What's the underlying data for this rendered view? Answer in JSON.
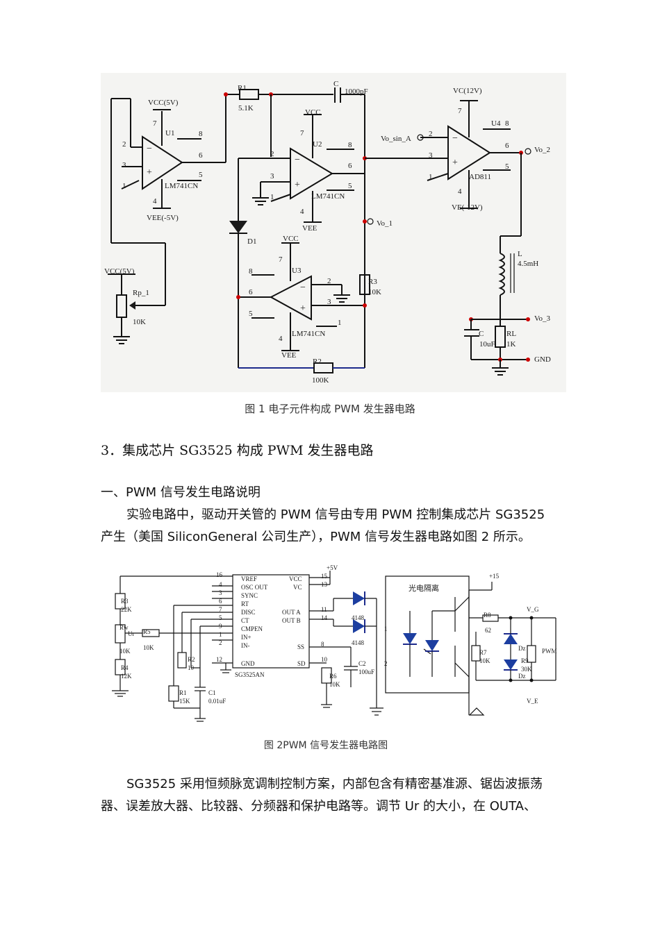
{
  "figure1": {
    "caption": "图 1 电子元件构成 PWM 发生器电路",
    "labels": {
      "r1": "R1",
      "r1_val": "5.1K",
      "c": "C",
      "c_val": "1000pF",
      "vcc5_top": "VCC(5V)",
      "u1": "U1",
      "lm741_u1": "LM741CN",
      "vee5": "VEE(-5V)",
      "vcc_u2": "VCC",
      "u2": "U2",
      "lm741_u2": "LM741CN",
      "vee_u2": "VEE",
      "vc12": "VC(12V)",
      "u4": "U4",
      "ad811": "AD811",
      "ve12": "VE(-12V)",
      "vo_sin_a": "Vo_sin_A",
      "vo_2": "Vo_2",
      "vo_1": "Vo_1",
      "vo_3": "Vo_3",
      "gnd": "GND",
      "d1": "D1",
      "vcc_u3": "VCC",
      "u3": "U3",
      "lm741_u3": "LM741CN",
      "vee_u3": "VEE",
      "r3": "R3",
      "r3_val": "10K",
      "r2": "R2",
      "r2_val": "100K",
      "vcc5_rp": "VCC(5V)",
      "rp1": "Rp_1",
      "rp1_val": "10K",
      "l": "L",
      "l_val": "4.5mH",
      "c_out": "C",
      "c_out_val": "10uF",
      "rl": "RL",
      "rl_val": "1K",
      "p7a": "7",
      "p2a": "2",
      "p3a": "3",
      "p1a": "1",
      "p4a": "4",
      "p8a": "8",
      "p6a": "6",
      "p5a": "5",
      "p7b": "7",
      "p2b": "2",
      "p3b": "3",
      "p1b": "1",
      "p4b": "4",
      "p8b": "8",
      "p6b": "6",
      "p5b": "5",
      "p7c": "7",
      "p8c": "8",
      "p6c": "6",
      "p5c": "5",
      "p2c": "2",
      "p3c": "3",
      "p4c": "4",
      "p1c": "1",
      "p7d": "7",
      "p2d": "2",
      "p3d": "3",
      "p1d": "1",
      "p4d": "4",
      "p8d": "8",
      "p6d": "6",
      "p5d": "5"
    }
  },
  "section_heading": "3．集成芯片 SG3525 构成 PWM 发生器电路",
  "subheading": "一、PWM 信号发生电路说明",
  "paragraph1": {
    "line1": "实验电路中，驱动开关管的 PWM 信号由专用 PWM 控制集成芯片 SG3525",
    "line2": "产生（美国 SiliconGeneral 公司生产），PWM 信号发生器电路如图 2 所示。"
  },
  "figure2": {
    "caption": "图 2PWM 信号发生器电路图",
    "labels": {
      "vref": "VREF",
      "osc_out": "OSC OUT",
      "sync": "SYNC",
      "rt": "RT",
      "disc": "DISC",
      "ct": "CT",
      "cmpen": "CMPEN",
      "in_plus": "IN+",
      "in_minus": "IN-",
      "gnd": "GND",
      "vcc": "VCC",
      "vc": "VC",
      "outa": "OUT A",
      "outb": "OUT B",
      "ss": "SS",
      "sd": "SD",
      "chip": "SG3525AN",
      "p16": "16",
      "p4": "4",
      "p3": "3",
      "p6": "6",
      "p7": "7",
      "p5": "5",
      "p9": "9",
      "p1": "1",
      "p2": "2",
      "p12": "12",
      "p15": "15",
      "p13": "13",
      "p11": "11",
      "p14": "14",
      "p8": "8",
      "p10": "10",
      "plus5v": "+5V",
      "d4148a": "4148",
      "d4148b": "4148",
      "d4148c": "4148",
      "r3": "R3",
      "r3_val": "22K",
      "rw": "Rw",
      "ur": "Ur",
      "rw_val": "10K",
      "r4": "R4",
      "r4_val": "12K",
      "r5": "R5",
      "r5_val": "10K",
      "r2": "R2",
      "r2_val": "10",
      "r1": "R1",
      "r1_val": "15K",
      "c1": "C1",
      "c1_val": "0.01uF",
      "c2": "C2",
      "c2_val": "100uF",
      "r6": "R6",
      "r6_val": "10K",
      "opto": "光电隔离",
      "plus15": "+15",
      "opto1": "1",
      "opto2": "2",
      "r8": "R8",
      "r8_val": "62",
      "r7": "R7",
      "r7_val": "10K",
      "r9": "R9",
      "r9_val": "30K",
      "dz1": "Dz",
      "dz2": "Dz",
      "v_g": "V_G",
      "v_e": "V_E",
      "pwm": "PWM"
    }
  },
  "paragraph2": {
    "line1": "SG3525 采用恒频脉宽调制控制方案，内部包含有精密基准源、锯齿波振荡",
    "line2": "器、误差放大器、比较器、分频器和保护电路等。调节 Ur 的大小，在 OUTA、"
  }
}
